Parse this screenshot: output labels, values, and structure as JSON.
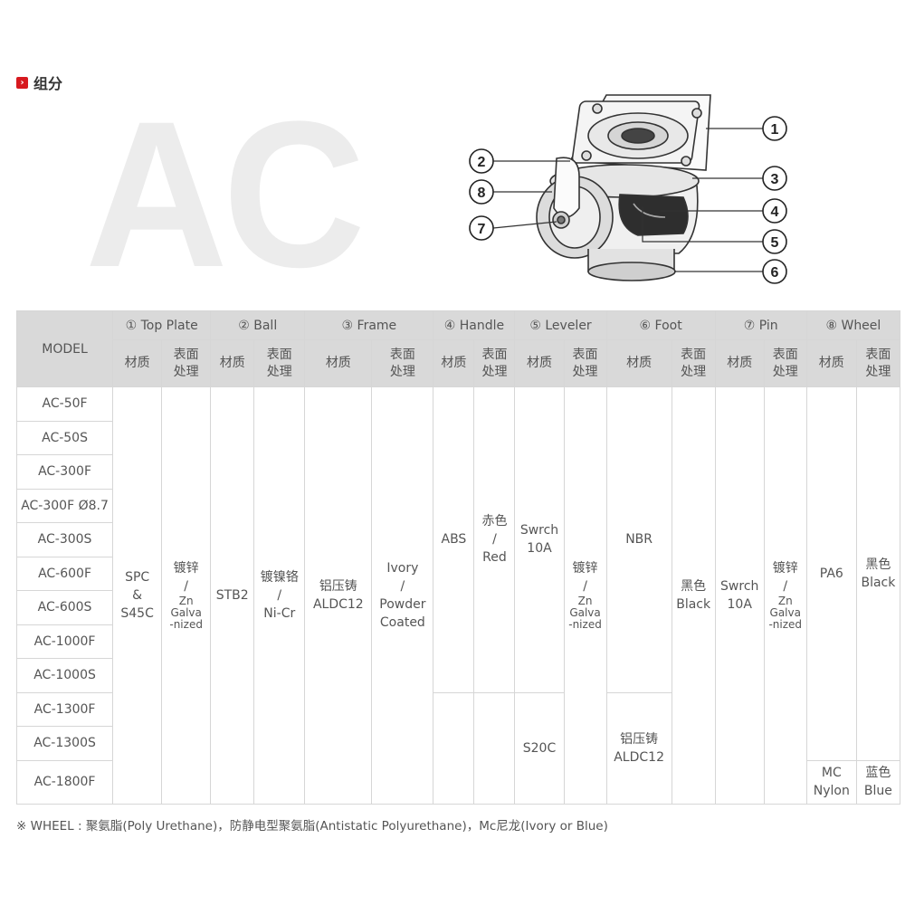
{
  "section": {
    "mark": "›",
    "title": "组分"
  },
  "watermark": "AC",
  "callouts": [
    "1",
    "2",
    "3",
    "4",
    "5",
    "6",
    "7",
    "8"
  ],
  "table": {
    "model_header": "MODEL",
    "groups": [
      "① Top Plate",
      "② Ball",
      "③ Frame",
      "④ Handle",
      "⑤ Leveler",
      "⑥ Foot",
      "⑦ Pin",
      "⑧ Wheel"
    ],
    "sub_material": "材质",
    "sub_surface_1": "表面",
    "sub_surface_2": "处理",
    "models": [
      "AC-50F",
      "AC-50S",
      "AC-300F",
      "AC-300F Ø8.7",
      "AC-300S",
      "AC-600F",
      "AC-600S",
      "AC-1000F",
      "AC-1000S",
      "AC-1300F",
      "AC-1300S",
      "AC-1800F"
    ],
    "top_plate": {
      "material": [
        "SPC",
        "&",
        "S45C"
      ],
      "surface": [
        "镀锌",
        "/"
      ],
      "surface_small": [
        "Zn",
        "Galva",
        "-nized"
      ]
    },
    "ball": {
      "material": "STB2",
      "surface": [
        "镀镍铬",
        "/",
        "Ni-Cr"
      ]
    },
    "frame": {
      "material": [
        "铝压铸",
        "ALDC12"
      ],
      "surface": [
        "Ivory",
        "/",
        "Powder",
        "Coated"
      ]
    },
    "handle": {
      "material": "ABS",
      "surface": [
        "赤色",
        "/",
        "Red"
      ]
    },
    "leveler": {
      "material_a": [
        "Swrch",
        "10A"
      ],
      "material_b": "S20C",
      "surface": [
        "镀锌",
        "/"
      ],
      "surface_small": [
        "Zn",
        "Galva",
        "-nized"
      ]
    },
    "foot": {
      "material_a": "NBR",
      "material_b": [
        "铝压铸",
        "ALDC12"
      ],
      "surface": [
        "黑色",
        "Black"
      ]
    },
    "pin": {
      "material": [
        "Swrch",
        "10A"
      ],
      "surface": [
        "镀锌",
        "/"
      ],
      "surface_small": [
        "Zn",
        "Galva",
        "-nized"
      ]
    },
    "wheel": {
      "material_a": "PA6",
      "surface_a": [
        "黑色",
        "Black"
      ],
      "material_b": [
        "MC",
        "Nylon"
      ],
      "surface_b": [
        "蓝色",
        "Blue"
      ]
    }
  },
  "note": "※ WHEEL : 聚氨脂(Poly Urethane)，防静电型聚氨脂(Antistatic Polyurethane)，Mc尼龙(Ivory or Blue)"
}
